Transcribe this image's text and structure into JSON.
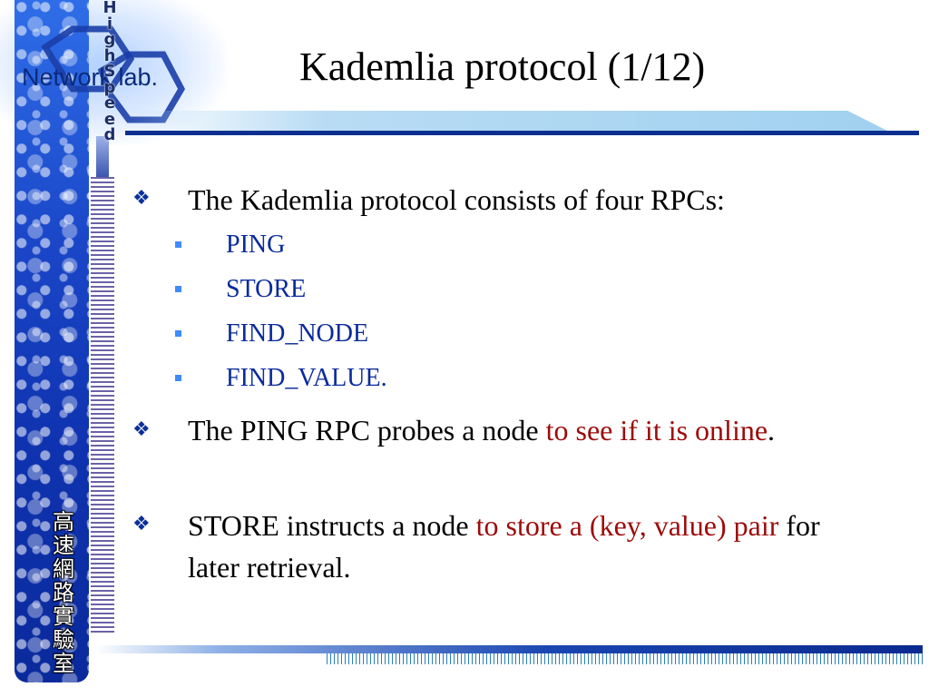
{
  "header": {
    "title": "Kademlia protocol (1/12)"
  },
  "logo": {
    "text": "Network lab.",
    "vertical_text": "H\ni\ng\nh\nS\np\ne\ne\nd",
    "cjk_label": "高\n速\n網\n路\n實\n驗\n室"
  },
  "content": {
    "bullet1": "The Kademlia protocol consists of four RPCs:",
    "rpcs": [
      "PING",
      "STORE",
      "FIND_NODE",
      "FIND_VALUE."
    ],
    "bullet2": {
      "part1": "The PING RPC probes a node ",
      "highlight": "to see if it is online",
      "part2": "."
    },
    "bullet3": {
      "part1": "STORE instructs a node ",
      "highlight": "to store a (key, value) pair",
      "part2": " for later retrieval."
    }
  },
  "colors": {
    "title": "#000000",
    "highlight": "#9c0b0b",
    "sub_bullet_text": "#0a2a9c",
    "accent_blue": "#0a2f8f"
  },
  "icons": {
    "bullet_level1": "diamond-4-bullet-icon",
    "bullet_level2": "square-bullet-icon"
  }
}
